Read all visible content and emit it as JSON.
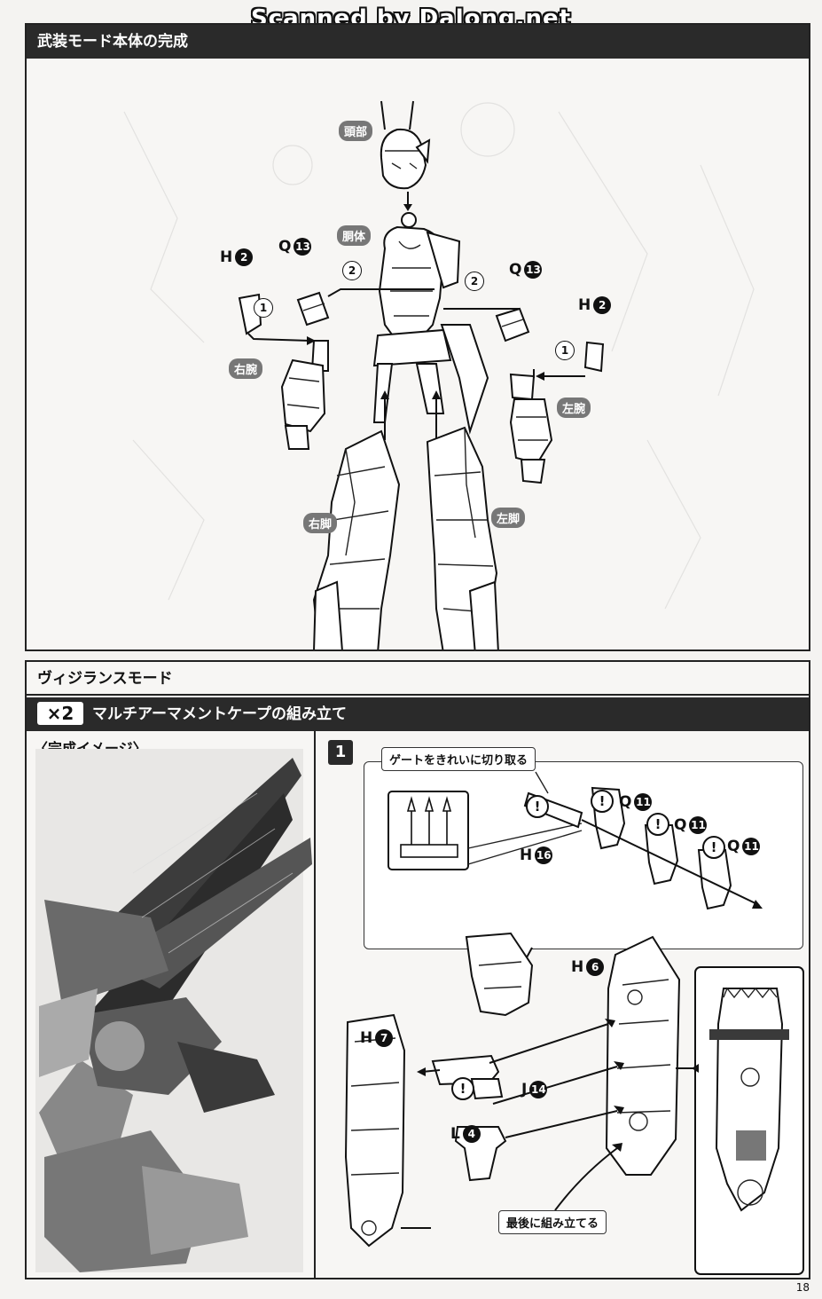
{
  "watermark": "Scanned by Dalong.net",
  "section1": {
    "title": "武装モード本体の完成",
    "labels": {
      "head": "頭部",
      "torso": "胴体",
      "right_arm": "右腕",
      "left_arm": "左腕",
      "right_leg": "右脚",
      "left_leg": "左脚"
    },
    "parts": {
      "h_left": {
        "letter": "H",
        "num": "2"
      },
      "q_left": {
        "letter": "Q",
        "num": "13"
      },
      "q_right": {
        "letter": "Q",
        "num": "13"
      },
      "h_right": {
        "letter": "H",
        "num": "2"
      }
    },
    "steps": {
      "one": "1",
      "two": "2"
    }
  },
  "section2": {
    "title": "ヴィジランスモード",
    "badge": "×2",
    "subtitle": "マルチアーマメントケープの組み立て",
    "completed_image_label": "〈完成イメージ〉",
    "step_number": "1",
    "gate_note": "ゲートをきれいに切り取る",
    "final_note": "最後に組み立てる",
    "warn_symbol": "!",
    "parts": {
      "h16": {
        "letter": "H",
        "num": "16"
      },
      "q11": {
        "letter": "Q",
        "num": "11"
      },
      "h6": {
        "letter": "H",
        "num": "6"
      },
      "h7": {
        "letter": "H",
        "num": "7"
      },
      "j14": {
        "letter": "J",
        "num": "14"
      },
      "l4": {
        "letter": "L",
        "num": "4"
      }
    }
  },
  "page_number": "18"
}
